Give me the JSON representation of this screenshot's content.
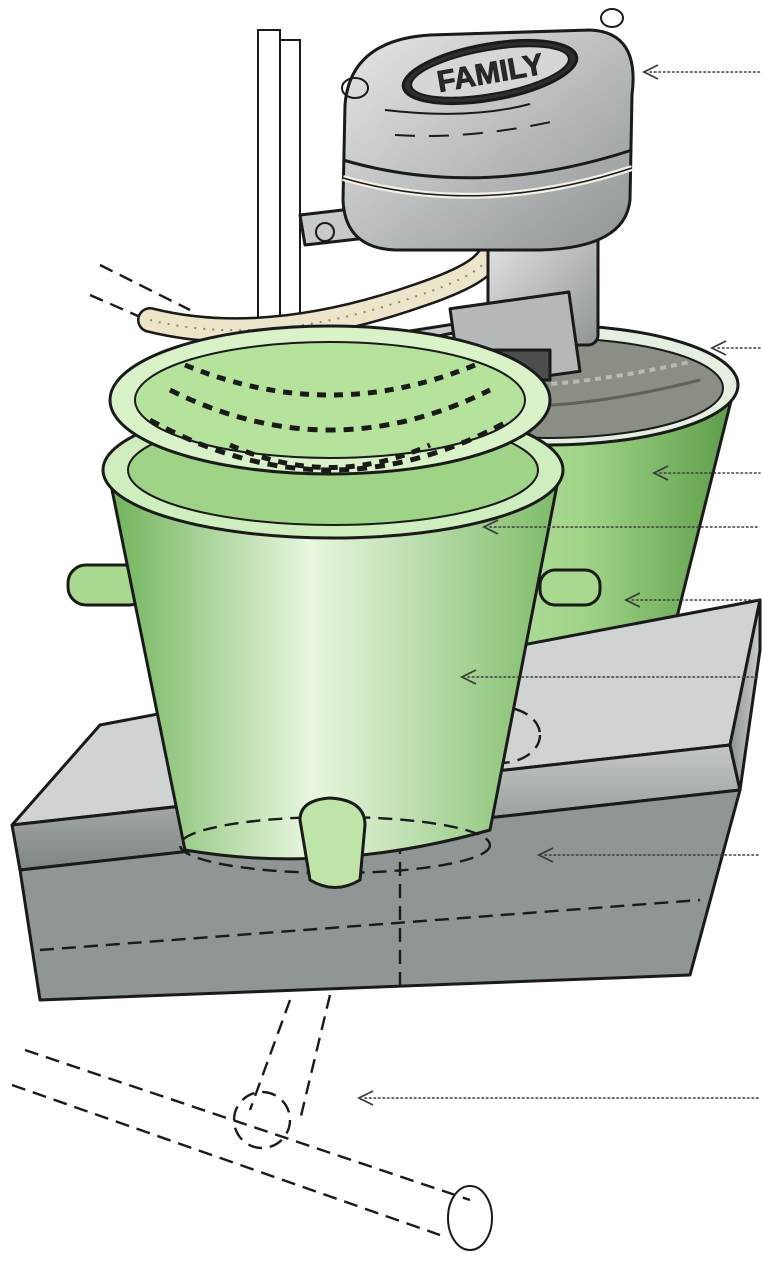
{
  "motor": {
    "brand_label": "FAMILY"
  },
  "colors": {
    "bucket_green": "#a8d98f",
    "bucket_green_dark": "#6fb35a",
    "motor_grey": "#bdbfc1",
    "base_grey": "#9ea5a1",
    "pipe_cream": "#ece5c9",
    "sludge": "#8a8f86"
  },
  "callouts": [
    {
      "target": "motor-unit"
    },
    {
      "target": "mixer-sludge"
    },
    {
      "target": "back-bucket-rim"
    },
    {
      "target": "strainer-basket"
    },
    {
      "target": "back-bucket"
    },
    {
      "target": "front-bucket"
    },
    {
      "target": "base-box"
    },
    {
      "target": "drain-pipe"
    }
  ]
}
